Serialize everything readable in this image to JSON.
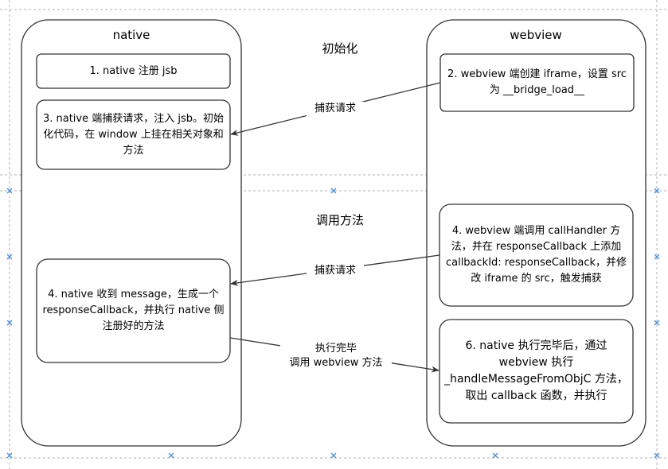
{
  "lanes": {
    "native": "native",
    "webview": "webview"
  },
  "sections": {
    "init": "初始化",
    "call": "调用方法"
  },
  "steps": {
    "s1": "1. native 注册 jsb",
    "s2": "2. webview 端创建 iframe，设置 src 为 __bridge_load__",
    "s3": "3. native 端捕获请求，注入 jsb。初始化代码，在 window 上挂在相关对象和方法",
    "s4w": "4. webview 端调用 callHandler 方法，并在 responseCallback 上添加 callbackId: responseCallback，并修改 iframe 的 src，触发捕获",
    "s4n": "4. native 收到 message，生成一个 responseCallback，并执行 native 侧注册好的方法",
    "s6": "6. native 执行完毕后，通过 webview 执行 _handleMessageFromObjC 方法，取出 callback 函数，并执行"
  },
  "edges": {
    "capture1": "捕获请求",
    "capture2": "捕获请求",
    "done_line1": "执行完毕",
    "done_line2": "调用 webview 方法"
  },
  "colors": {
    "stroke": "#333333",
    "guide": "#b0b0b0",
    "handle": "#4a90d9"
  }
}
